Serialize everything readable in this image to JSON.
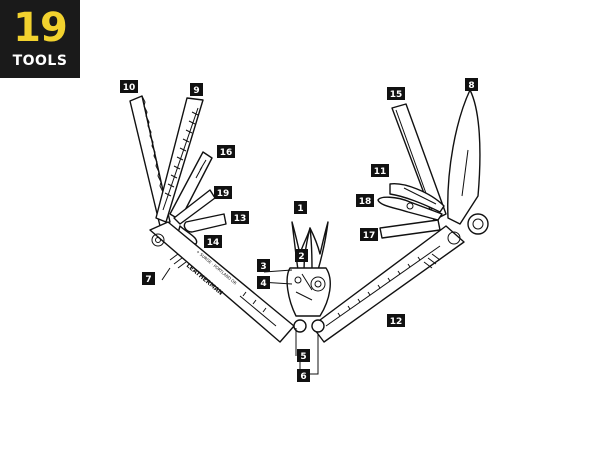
{
  "badge": {
    "number": "19",
    "word": "TOOLS",
    "bg_color": "#1a1a1a",
    "number_color": "#f2d22e",
    "word_color": "#ffffff"
  },
  "engraving": {
    "brand": "LEATHERMAN",
    "sub": "+ SURGE · PORTLAND OR"
  },
  "callouts": [
    "1",
    "2",
    "3",
    "4",
    "5",
    "6",
    "7",
    "8",
    "9",
    "10",
    "11",
    "12",
    "13",
    "14",
    "15",
    "16",
    "17",
    "18",
    "19"
  ]
}
